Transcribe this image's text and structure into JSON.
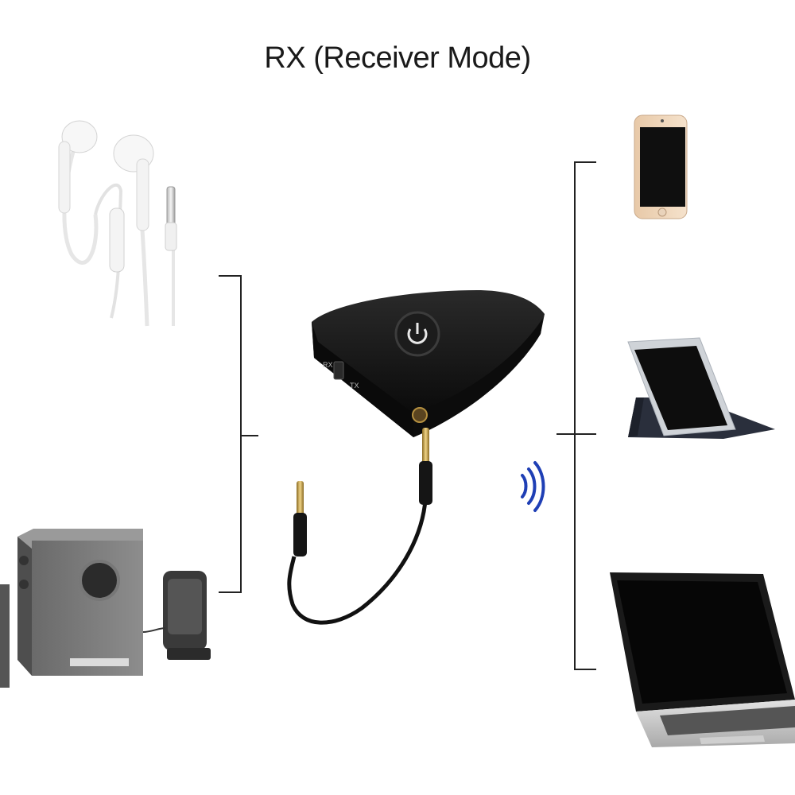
{
  "diagram": {
    "title": "RX (Receiver Mode)",
    "device": {
      "switch_label_rx": "RX",
      "switch_label_tx": "TX"
    },
    "left_outputs": [
      "earphones",
      "speaker-system"
    ],
    "right_sources": [
      "smartphone",
      "tablet",
      "laptop"
    ]
  },
  "colors": {
    "bracket": "#222222",
    "device_body": "#111111",
    "bluetooth_waves": "#1f3fb5",
    "gold_plug": "#c9a24a"
  },
  "icons": {
    "power": "power-icon",
    "wireless": "wireless-signal-icon"
  }
}
